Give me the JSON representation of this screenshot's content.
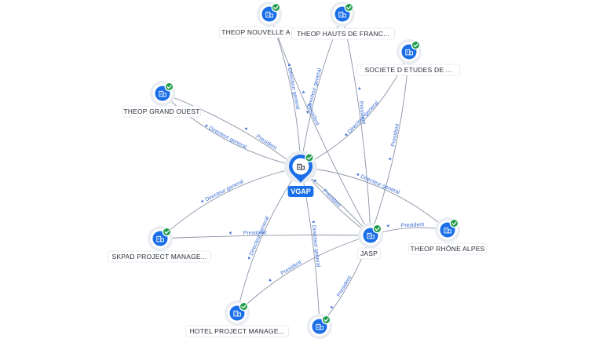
{
  "graph": {
    "main_node": {
      "id": "vgap",
      "label": "VGAP",
      "icon": "building-icon",
      "verified_icon": "check-badge-icon"
    },
    "nodes": [
      {
        "id": "nouvelle",
        "label": "THEOP NOUVELLE A",
        "icon": "building-icon",
        "verified": true
      },
      {
        "id": "hauts",
        "label": "THEOP HAUTS DE FRANC...",
        "icon": "building-icon",
        "verified": true
      },
      {
        "id": "societe",
        "label": "SOCIETE D ETUDES DE ...",
        "icon": "building-icon",
        "verified": true
      },
      {
        "id": "grandouest",
        "label": "THEOP GRAND OUEST",
        "icon": "building-icon",
        "verified": true
      },
      {
        "id": "jasp",
        "label": "JASP",
        "icon": "building-icon",
        "verified": true
      },
      {
        "id": "rhone",
        "label": "THEOP RHÔNE ALPES",
        "icon": "building-icon",
        "verified": true
      },
      {
        "id": "skpad",
        "label": "SKPAD PROJECT MANAGE...",
        "icon": "building-icon",
        "verified": true
      },
      {
        "id": "hotel",
        "label": "HOTEL PROJECT MANAGE...",
        "icon": "building-icon",
        "verified": true
      },
      {
        "id": "bottom",
        "label": "",
        "icon": "building-icon",
        "verified": true
      }
    ],
    "edges": [
      {
        "from": "vgap",
        "to": "nouvelle",
        "label": "Directeur general"
      },
      {
        "from": "vgap",
        "to": "hauts",
        "label": "Directeur general"
      },
      {
        "from": "vgap",
        "to": "societe",
        "label": "Directeur general"
      },
      {
        "from": "vgap",
        "to": "grandouest",
        "label": "Directeur general"
      },
      {
        "from": "vgap",
        "to": "rhone",
        "label": "Directeur general"
      },
      {
        "from": "vgap",
        "to": "skpad",
        "label": "Directeur general"
      },
      {
        "from": "vgap",
        "to": "hotel",
        "label": "Directeur general"
      },
      {
        "from": "vgap",
        "to": "bottom",
        "label": "Directeur general"
      },
      {
        "from": "jasp",
        "to": "nouvelle",
        "label": "President"
      },
      {
        "from": "jasp",
        "to": "hauts",
        "label": "President"
      },
      {
        "from": "jasp",
        "to": "societe",
        "label": "President"
      },
      {
        "from": "jasp",
        "to": "grandouest",
        "label": "President"
      },
      {
        "from": "jasp",
        "to": "vgap",
        "label": "President"
      },
      {
        "from": "jasp",
        "to": "rhone",
        "label": "President"
      },
      {
        "from": "jasp",
        "to": "skpad",
        "label": "President"
      },
      {
        "from": "jasp",
        "to": "hotel",
        "label": "President"
      },
      {
        "from": "jasp",
        "to": "bottom",
        "label": "President"
      }
    ]
  }
}
